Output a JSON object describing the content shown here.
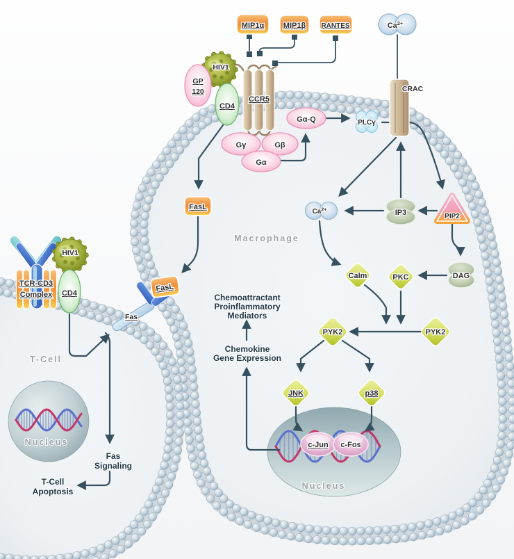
{
  "colors": {
    "arrow": "#35505e",
    "membrane_bead": "#c6d3de",
    "orange_node": "#ef9440",
    "pink_node": "#f5aac8",
    "green_node": "#8ccc8a",
    "tan_receptor": "#b59d7e",
    "blue_ion": "#a9c6dd",
    "diamond_node": "#c3cc3f",
    "sage_node": "#9aa98c",
    "nucleus": "#a9bec4"
  },
  "extracellular": {
    "chemokines": [
      {
        "label": "MIP1α"
      },
      {
        "label": "MIP1β"
      },
      {
        "label": "RANTES"
      }
    ],
    "calcium": {
      "base": "Ca",
      "sup": "2+"
    }
  },
  "macrophage": {
    "cell_label": "Macrophage",
    "receptors": {
      "ccr5": "CCR5",
      "crac": "CRAC",
      "cd4": "CD4",
      "gp120_line1": "GP",
      "gp120_line2": "120",
      "hiv1": "HIV1"
    },
    "g_proteins": {
      "g_gamma": "Gγ",
      "g_beta": "Gβ",
      "g_alpha": "Gα",
      "g_alpha_q": "Gα-Q"
    },
    "signaling": {
      "plc_gamma": "PLCγ",
      "calcium": {
        "base": "Ca",
        "sup": "2+"
      },
      "ip3": "IP3",
      "pip2": "PIP2",
      "dag": "DAG",
      "calm": "Calm",
      "pkc": "PKC",
      "pyk2_a": "PYK2",
      "pyk2_b": "PYK2",
      "jnk": "JNK",
      "p38": "p38"
    },
    "fasl_upper": "FasL",
    "fasl_membrane": "FasL",
    "nucleus": {
      "label": "Nucleus",
      "c_jun": "c-Jun",
      "c_fos": "c-Fos"
    },
    "outputs": {
      "chemoattractant": [
        "Chemoattractant",
        "Proinflammatory",
        "Mediators"
      ],
      "chemokine": [
        "Chemokine",
        "Gene Expression"
      ]
    }
  },
  "t_cell": {
    "cell_label": "T-Cell",
    "receptors": {
      "tcr_line1": "TCR-CD3",
      "tcr_line2": "Complex",
      "cd4": "CD4",
      "hiv1": "HIV1",
      "fas": "Fas"
    },
    "nucleus": {
      "label": "Nucleus"
    },
    "outputs": {
      "fas_signaling": [
        "Fas",
        "Signaling"
      ],
      "apoptosis": [
        "T-Cell",
        "Apoptosis"
      ]
    }
  }
}
